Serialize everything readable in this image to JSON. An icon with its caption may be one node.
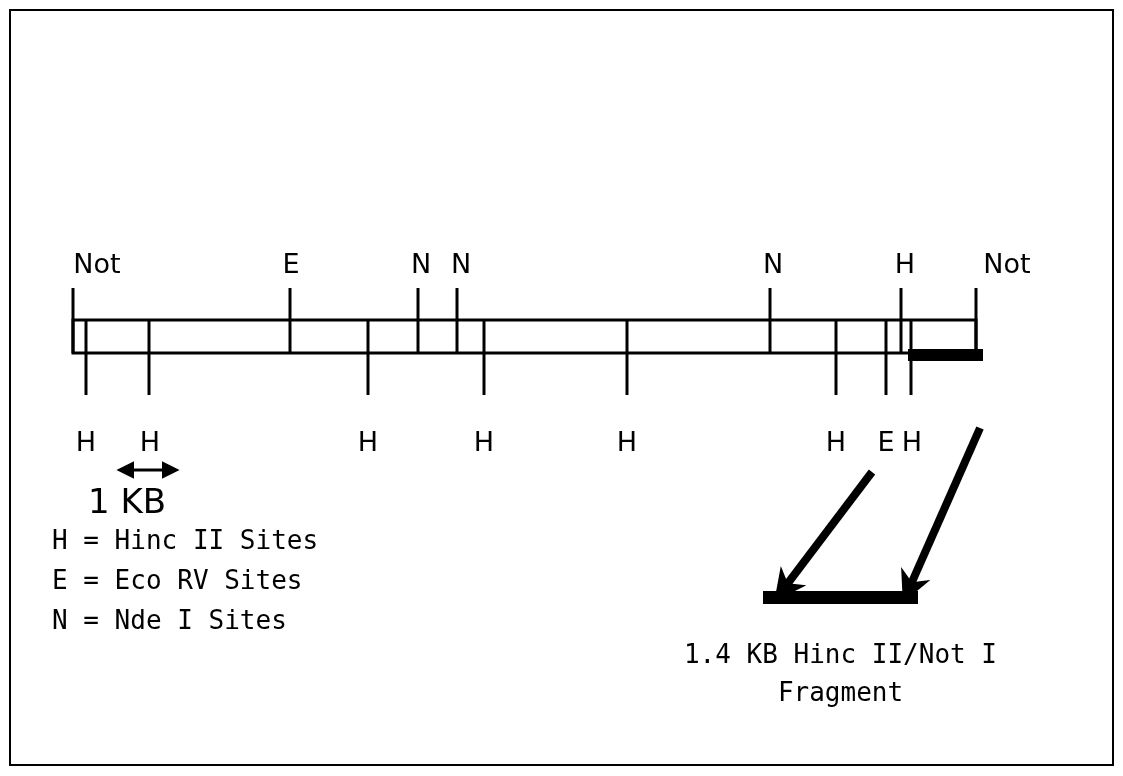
{
  "diagram": {
    "nodes": [
      {
        "text": [],
        "shape": "bar"
      },
      {
        "text": [],
        "shape": "bar",
        "beside": [
          "1.4 KB Hinc II/Not I Fragment"
        ]
      }
    ],
    "edges": [
      {
        "from": null,
        "to": 1,
        "arrow": "to"
      },
      {
        "from": null,
        "to": 1,
        "arrow": "to"
      }
    ],
    "labels": [
      "Not",
      "E",
      "N",
      "N",
      "N",
      "H",
      "Not",
      "H",
      "H",
      "H",
      "H",
      "H",
      "H",
      "E",
      "H",
      "1 KB",
      "H = Hinc II Sites",
      "E = Eco RV Sites",
      "N = Nde I Sites"
    ]
  }
}
